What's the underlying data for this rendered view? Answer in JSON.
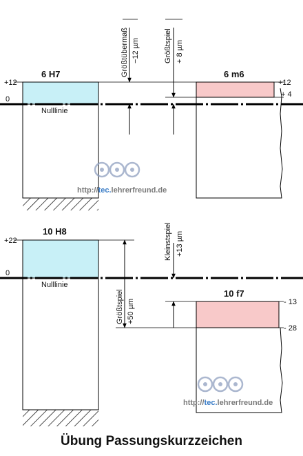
{
  "colors": {
    "hole_zone": "#c8f0f7",
    "shaft_zone": "#f8c9c9",
    "line": "#000000",
    "watermark_grey": "#7a7a7a",
    "watermark_blue": "#3a7cc6",
    "watermark_icon": "#8fa0c0"
  },
  "top": {
    "hole_label": "6 H7",
    "shaft_label": "6 m6",
    "hole_upper": "+12",
    "hole_lower": "0",
    "shaft_upper": "+12",
    "shaft_lower": "+ 4",
    "zero_line_label": "Nulllinie",
    "max_interference_label": "Größtübermaß",
    "max_interference_value": "−12 µm",
    "max_clearance_label": "Größtspiel",
    "max_clearance_value": "+ 8 µm"
  },
  "bottom": {
    "hole_label": "10 H8",
    "shaft_label": "10 f7",
    "hole_upper": "+22",
    "hole_lower": "0",
    "shaft_upper": "- 13",
    "shaft_lower": "- 28",
    "zero_line_label": "Nulllinie",
    "min_clearance_label": "Kleinstspiel",
    "min_clearance_value": "+13 µm",
    "max_clearance_label": "Größtspiel",
    "max_clearance_value": "+50 µm"
  },
  "watermark": {
    "prefix": "http://",
    "mid": "tec.",
    "suffix": "lehrerfreund.de",
    "icon": "owl-logo-icon"
  },
  "footer": {
    "title": "Übung Passungskurzzeichen"
  }
}
